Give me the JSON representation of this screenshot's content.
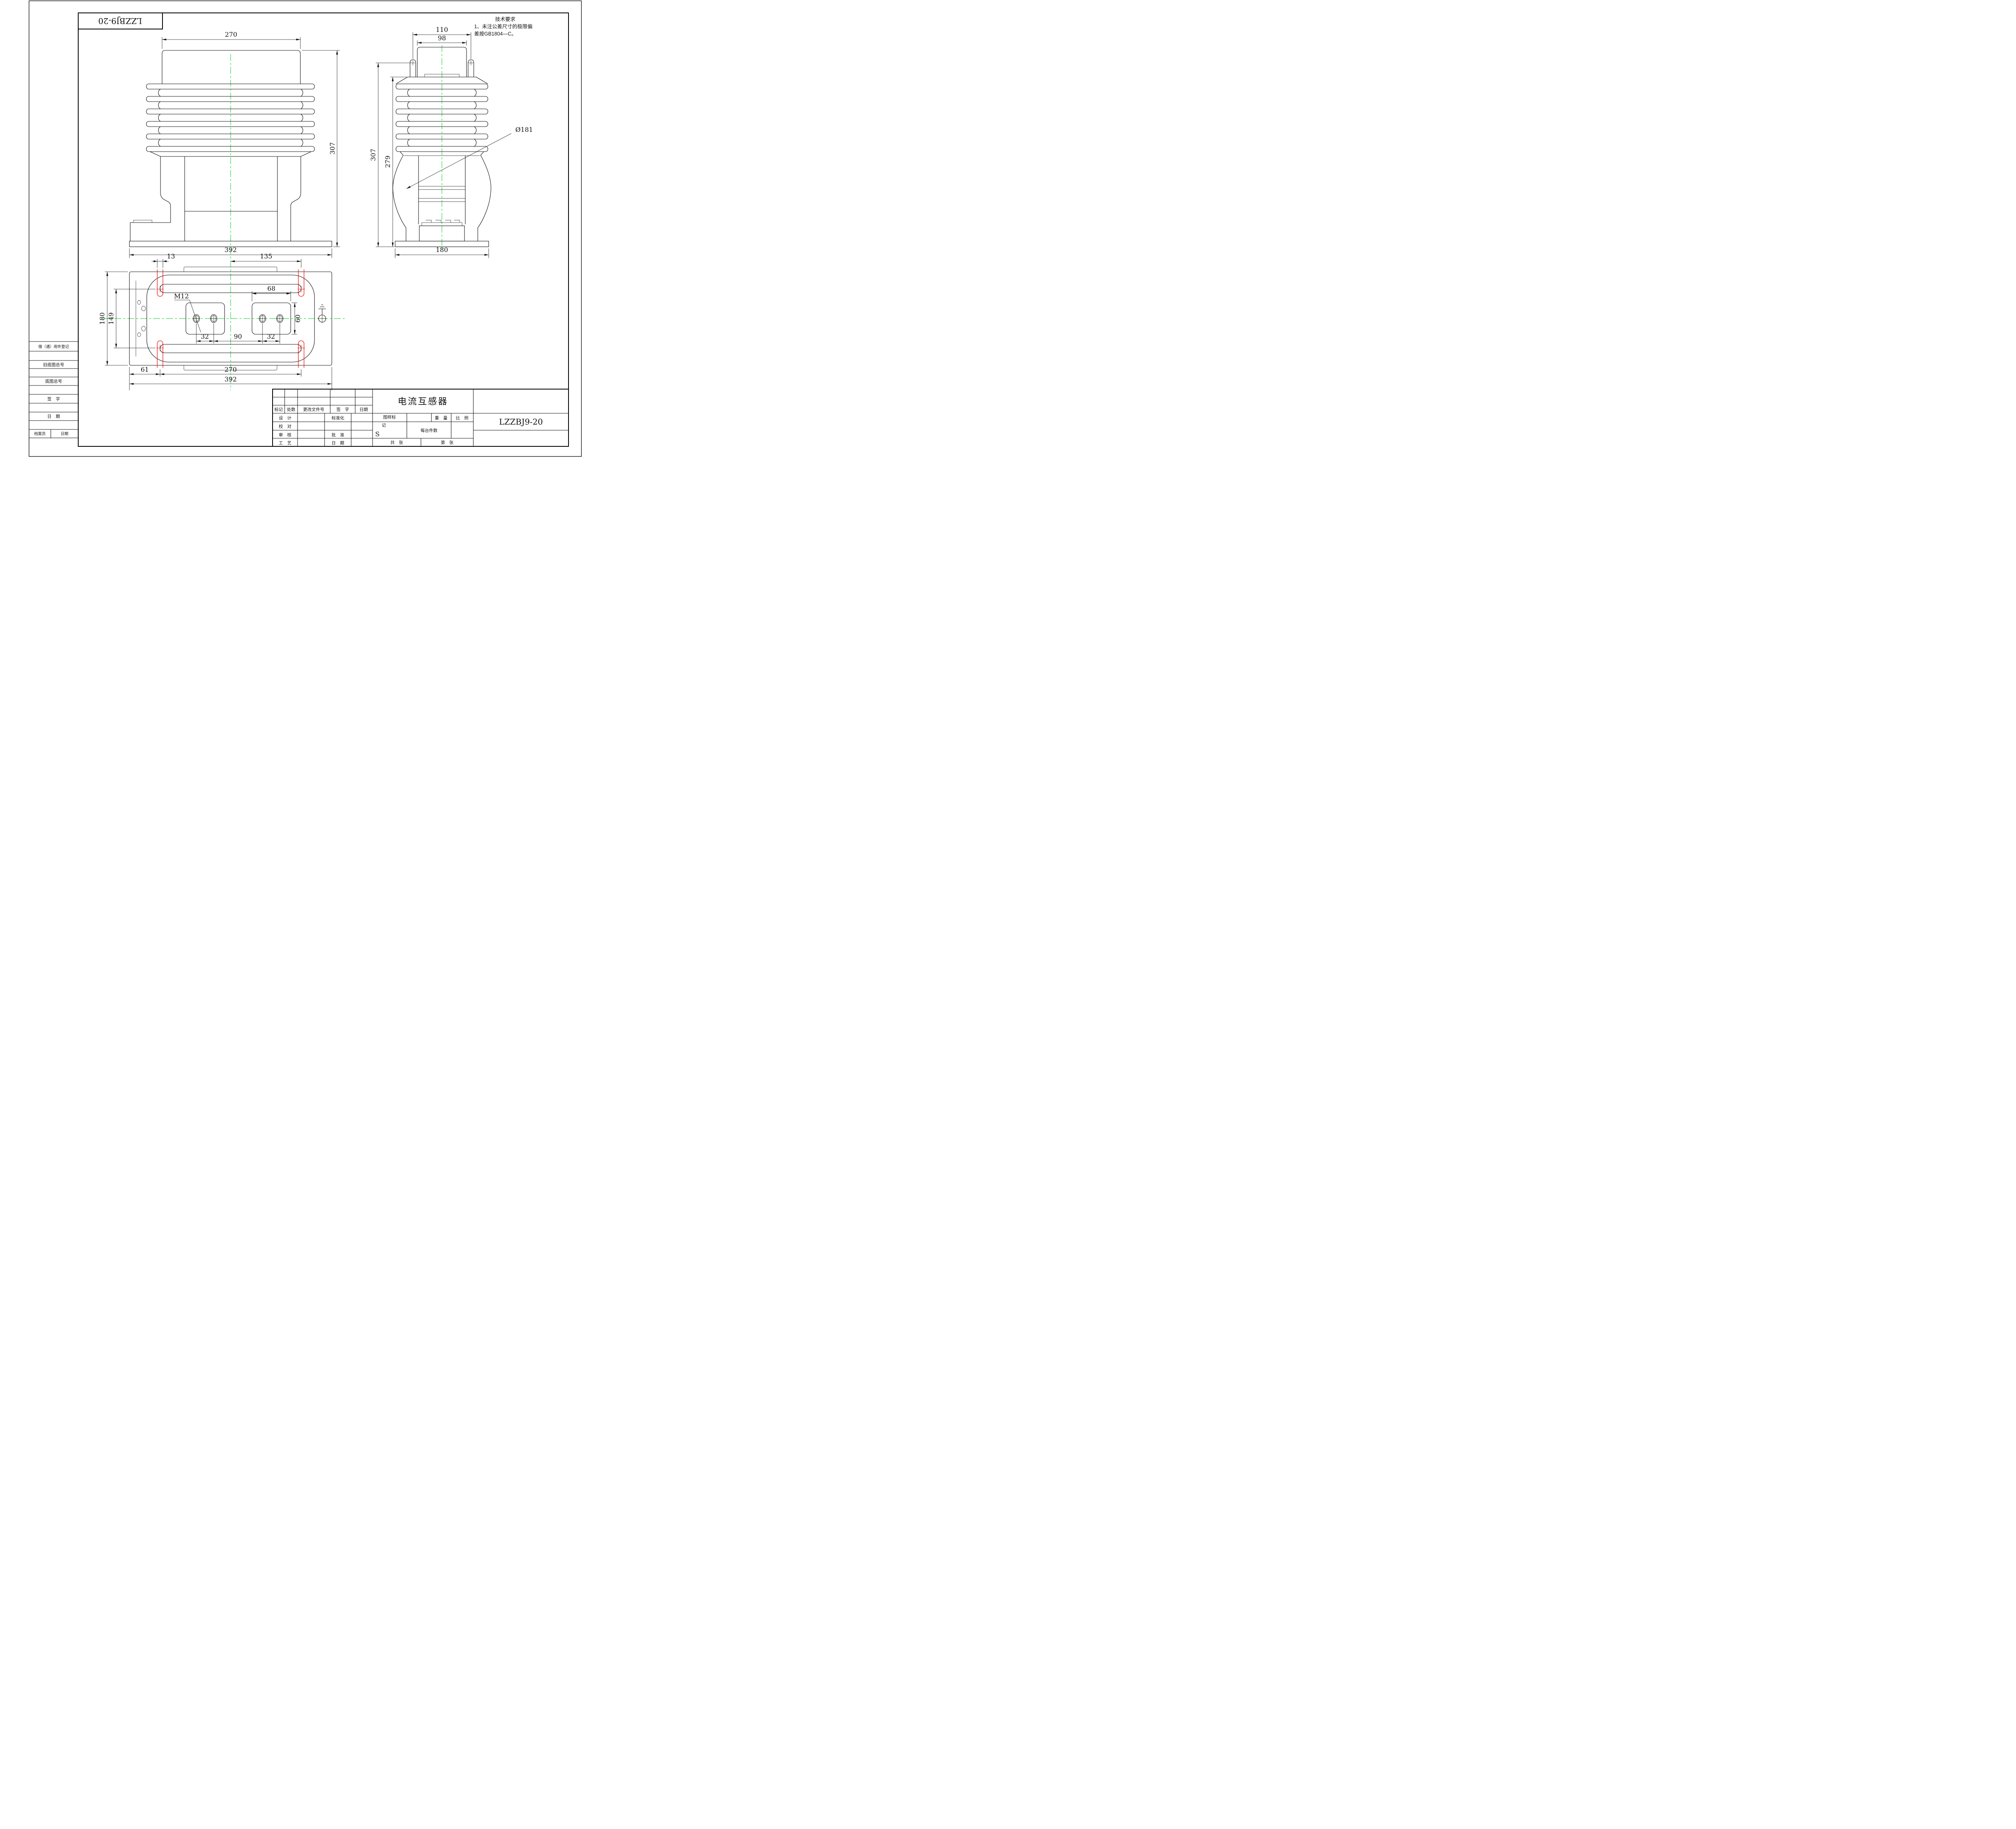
{
  "colors": {
    "line": "#111111",
    "centerline_green": "#00c81e",
    "slot_red": "#f01010"
  },
  "corner_model_box": {
    "text": "LZZBJ9-20"
  },
  "tech_requirements": {
    "heading": "技术要求",
    "line1": "1、未注公差尺寸的极限偏",
    "line2": "差按GB1804—C。"
  },
  "front_view": {
    "dim_cap_width": "270",
    "dim_total_height": "307",
    "dim_base_width": "392"
  },
  "side_view": {
    "dim_lug_span": "110",
    "dim_cap_width": "98",
    "dim_total_height": "307",
    "dim_body_height": "279",
    "dim_core_diameter": "Ø181",
    "dim_base_width": "180"
  },
  "plan_view": {
    "dim_slot_width": "13",
    "dim_center_to_slot": "135",
    "dim_terminal_width": "68",
    "dim_terminal_height": "60",
    "thread_label": "M12",
    "dim_pitch_left": "32",
    "dim_pitch_center": "90",
    "dim_pitch_right": "32",
    "dim_plate_depth": "180",
    "dim_slot_rows": "149",
    "dim_edge_to_slot": "61",
    "dim_slot_span": "270",
    "dim_base_width": "392"
  },
  "left_table": {
    "header": "借（通）用件登记",
    "row_old_master": "旧底图总号",
    "row_master": "底图总号",
    "row_sign": "签　字",
    "row_date": "日　期",
    "row_archivist": "档案员",
    "row_archivist_date": "日期"
  },
  "title_block": {
    "col_mark": "标记",
    "col_count": "处数",
    "col_doc_no": "更改文件号",
    "col_sign": "签　字",
    "col_date": "日期",
    "row_design": "设　计",
    "row_standardization": "标准化",
    "row_proof": "校　对",
    "row_review": "审　核",
    "row_approve": "批　准",
    "row_process": "工　艺",
    "row_date": "日　期",
    "stamp_line1": "图样标",
    "stamp_line2": "记",
    "stamp_s": "S",
    "weight": "重　量",
    "scale": "比　例",
    "parts_per_unit": "每台件数",
    "total_sheets": "共　张",
    "sheet_number": "第　张",
    "product_name": "电流互感器",
    "model": "LZZBJ9-20"
  }
}
